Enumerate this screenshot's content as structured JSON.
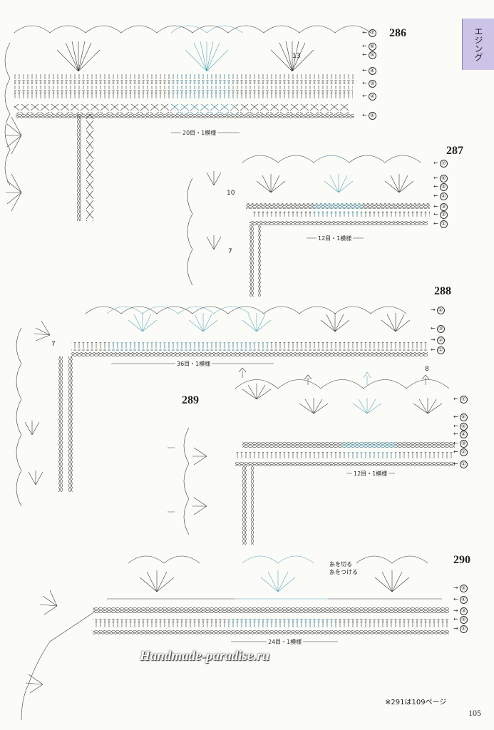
{
  "section_tab": "エジング",
  "page_number": "105",
  "watermark": "Handmade-paradise.ru",
  "footnote": "※291は109ページ",
  "colors": {
    "ink": "#3a3a3a",
    "highlight": "#5aa7b8",
    "tab": "#cbc4e6",
    "paper": "#fbfbf8"
  },
  "patterns": [
    {
      "number": "286",
      "repeat_label": "20目・1模様",
      "rows": [
        "⑦",
        "⑥",
        "⑤",
        "④",
        "③",
        "②",
        "①"
      ],
      "inner_labels": [
        "13"
      ]
    },
    {
      "number": "287",
      "repeat_label": "12目・1模様",
      "rows": [
        "⑦",
        "⑥",
        "⑤",
        "④",
        "③",
        "②",
        "①"
      ],
      "inner_labels": [
        "10",
        "7"
      ]
    },
    {
      "number": "288",
      "repeat_label": "36目・1模様",
      "rows": [
        "④",
        "③",
        "②",
        "①"
      ],
      "inner_labels": [
        "7"
      ]
    },
    {
      "number": "289",
      "repeat_label": "12目・1模様",
      "rows": [
        "⑦",
        "⑥",
        "⑤",
        "④",
        "③",
        "②",
        "①"
      ],
      "inner_labels": [
        "8"
      ]
    },
    {
      "number": "290",
      "repeat_label": "24目・1模様",
      "rows": [
        "⑤",
        "④",
        "③",
        "②",
        "①"
      ],
      "inner_labels": [],
      "notes": [
        "糸を切る",
        "糸をつける"
      ]
    }
  ]
}
